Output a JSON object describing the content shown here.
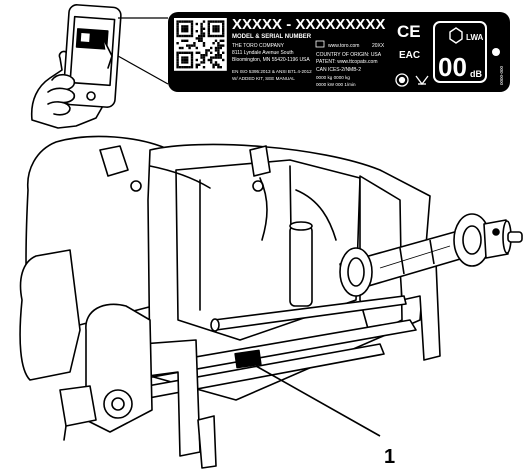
{
  "label": {
    "model_serial": "XXXXX - XXXXXXXXX",
    "model_serial_caption": "MODEL & SERIAL NUMBER",
    "company_lines": [
      "THE TORO COMPANY",
      "8111 Lyndale Avenue South",
      "Bloomington, MN 55420-1196 USA"
    ],
    "standard_lines": [
      "EN ISO 5395:2013 & ANSI B71.4-2012",
      "W/ ADDED KIT, SEE MANUAL"
    ],
    "website": "www.toro.com",
    "year": "20XX",
    "origin_lines": [
      "COUNTRY OF ORIGIN: USA",
      "PATENT: www.ttcopats.com",
      "CAN ICES-2/NMB-2"
    ],
    "weight_lines": [
      "0000 kg  0000 kg",
      "0000 kW  000 1/min"
    ],
    "ce_mark": "CE",
    "eac_mark": "EAC",
    "lwa_label": "LWA",
    "sound_value": "00",
    "sound_unit": "dB",
    "part_number": "000-0000"
  },
  "callout": {
    "number": "1"
  }
}
